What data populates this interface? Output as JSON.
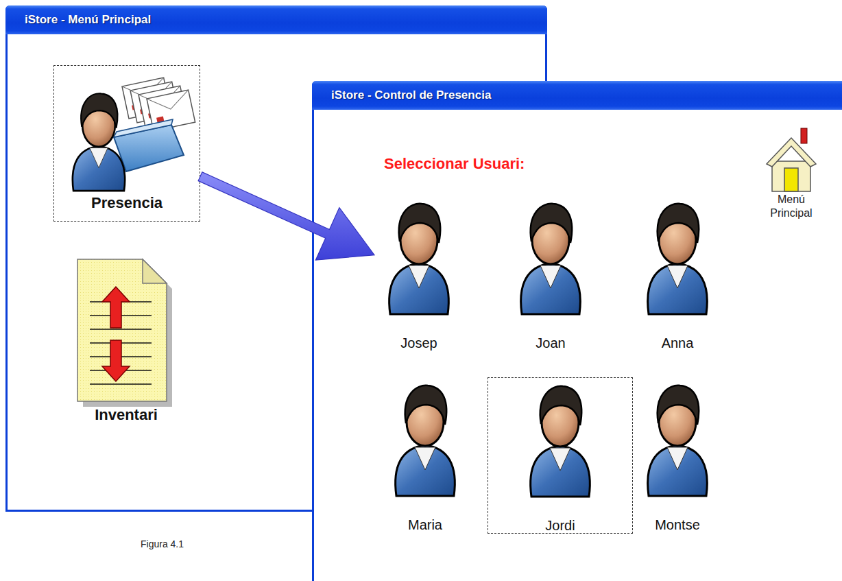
{
  "diagram": {
    "caption": "Figura 4.1",
    "nodes": [
      {
        "text": [
          "iStore - Menú Principal"
        ]
      },
      {
        "text": [
          "Presencia"
        ],
        "in": 0
      },
      {
        "text": [
          "Inventari"
        ],
        "in": 0
      },
      {
        "text": [
          "iStore - Control de Presencia",
          "Seleccionar Usuari:"
        ]
      },
      {
        "text": [
          "Josep"
        ],
        "in": 3
      },
      {
        "text": [
          "Joan"
        ],
        "in": 3
      },
      {
        "text": [
          "Anna"
        ],
        "in": 3
      },
      {
        "text": [
          "Maria"
        ],
        "in": 3
      },
      {
        "text": [
          "Jordi"
        ],
        "in": 3
      },
      {
        "text": [
          "Montse"
        ],
        "in": 3
      },
      {
        "text": [
          "Menú Principal"
        ],
        "in": 3
      }
    ],
    "edges": [
      {
        "from": 1,
        "to": 4,
        "arrow": "to"
      }
    ]
  }
}
